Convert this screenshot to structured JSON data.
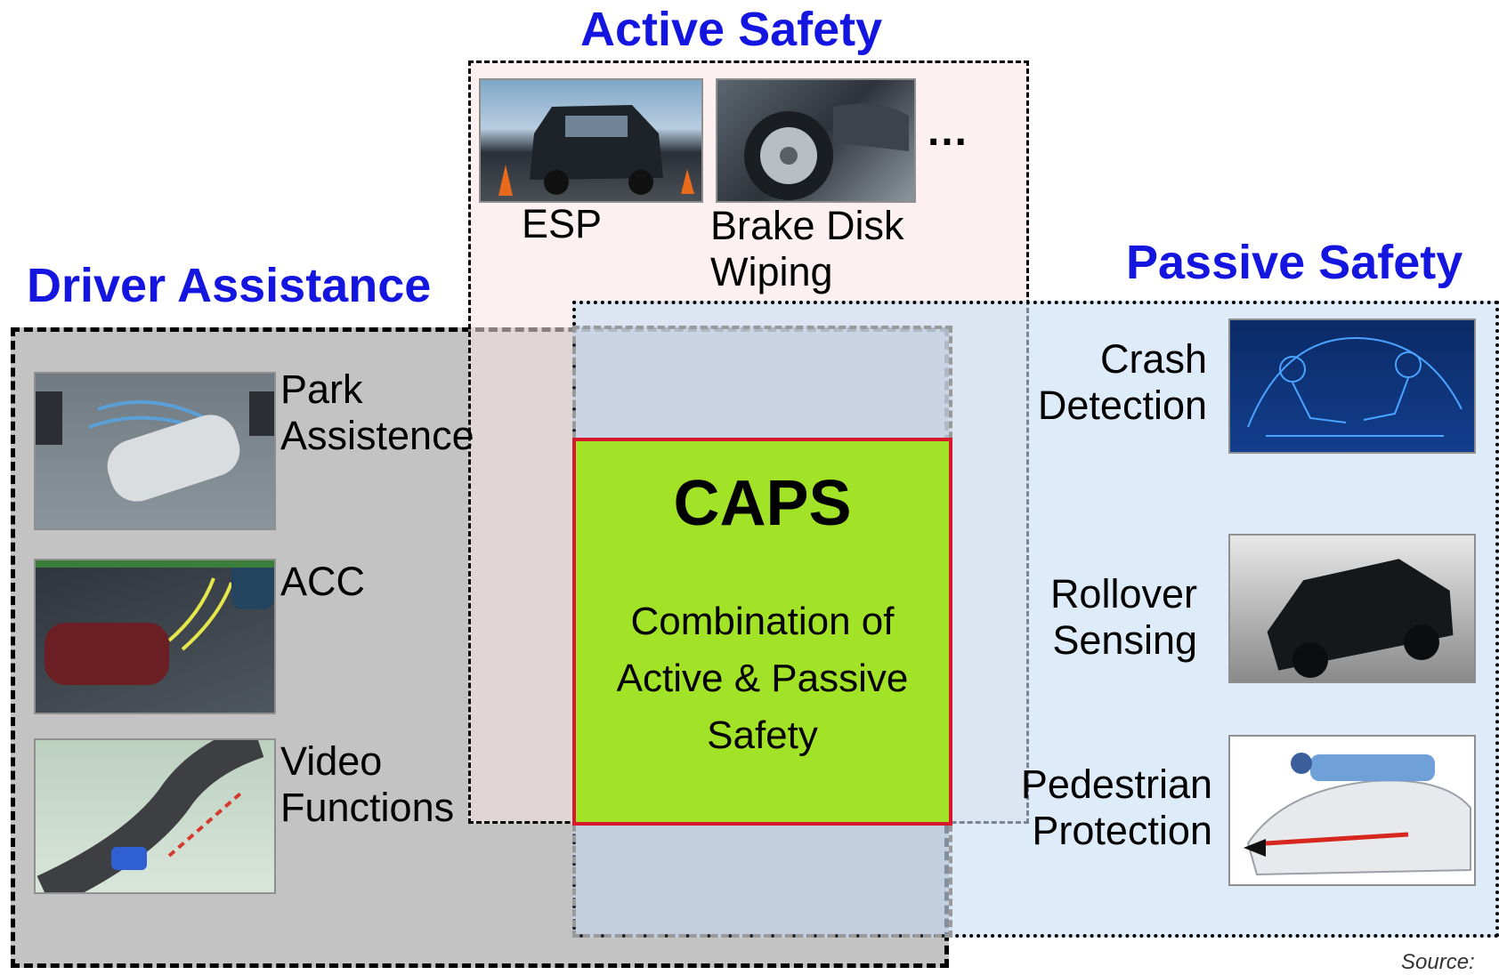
{
  "regions": {
    "active_safety": "Active Safety",
    "driver_assistance": "Driver Assistance",
    "passive_safety": "Passive Safety"
  },
  "active_items": [
    {
      "label": "ESP",
      "icon": "esp-car-photo"
    },
    {
      "label": "Brake Disk\nWiping",
      "icon": "brake-disk-wiping-photo"
    }
  ],
  "more_indicator": "…",
  "driver_items": [
    {
      "label": "Park\nAssistence",
      "icon": "park-assist-photo"
    },
    {
      "label": "ACC",
      "icon": "acc-photo"
    },
    {
      "label": "Video\nFunctions",
      "icon": "video-functions-photo"
    }
  ],
  "passive_items": [
    {
      "label": "Crash\nDetection",
      "icon": "crash-detection-photo"
    },
    {
      "label": "Rollover\nSensing",
      "icon": "rollover-sensing-photo"
    },
    {
      "label": "Pedestrian\nProtection",
      "icon": "pedestrian-protection-photo"
    }
  ],
  "caps": {
    "title": "CAPS",
    "subtitle": "Combination of\nActive & Passive\nSafety"
  },
  "source": "Source:",
  "colors": {
    "title_blue": "#1515e0",
    "caps_green": "#a2e227",
    "caps_border_red": "#d8192b",
    "driver_gray": "#c3c3c3",
    "active_pink": "#fae4e4",
    "passive_blue": "#c8def5"
  }
}
